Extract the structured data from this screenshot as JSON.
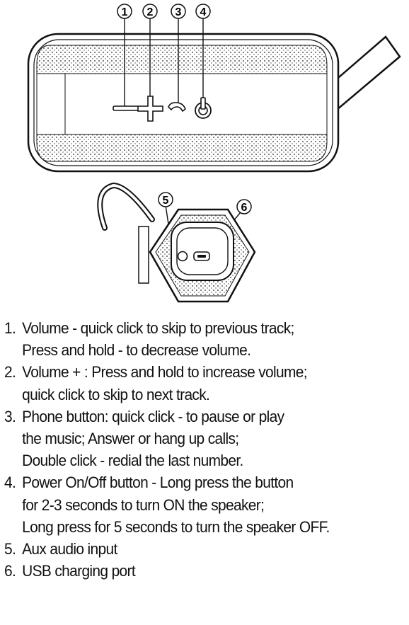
{
  "callouts": {
    "c1": "1",
    "c2": "2",
    "c3": "3",
    "c4": "4",
    "c5": "5",
    "c6": "6"
  },
  "button_icons": [
    "minus-icon",
    "plus-icon",
    "phone-icon",
    "power-icon"
  ],
  "port_icons": [
    "aux-jack-icon",
    "usb-port-icon"
  ],
  "items": [
    {
      "num": "1.",
      "lines": [
        "Volume - quick click to skip to previous track;",
        "Press and hold - to decrease volume."
      ]
    },
    {
      "num": "2.",
      "lines": [
        "Volume + : Press and hold to increase volume;",
        "quick click to skip to next track."
      ]
    },
    {
      "num": "3.",
      "lines": [
        "Phone button: quick click - to pause or play",
        "the music;  Answer or hang up calls;",
        "Double click - redial the last number."
      ]
    },
    {
      "num": "4.",
      "lines": [
        "Power On/Off button - Long press the button",
        "for 2-3 seconds to turn ON the speaker;",
        "Long press for 5 seconds to turn the speaker OFF."
      ]
    },
    {
      "num": "5.",
      "lines": [
        "Aux audio input"
      ]
    },
    {
      "num": "6.",
      "lines": [
        "USB charging port"
      ]
    }
  ]
}
